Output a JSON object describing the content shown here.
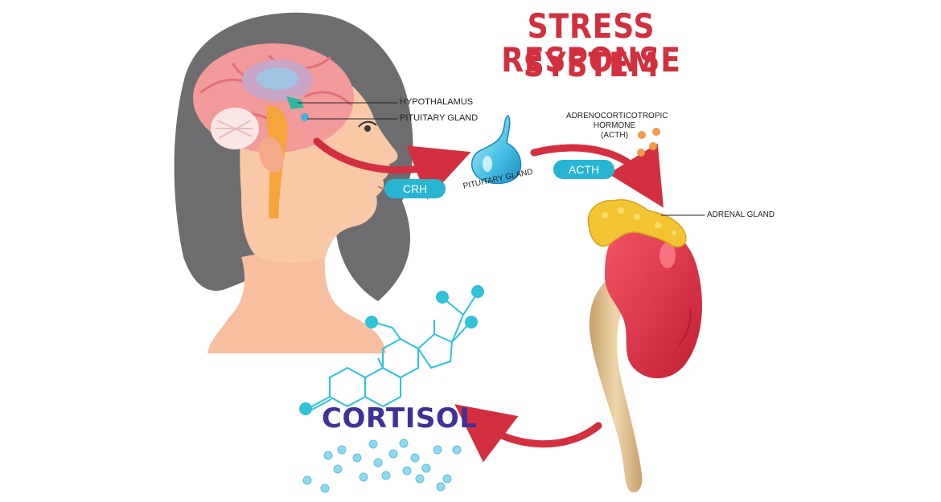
{
  "title": {
    "line1": "STRESS RESPONSE",
    "line2": "SYSTEM"
  },
  "labels": {
    "hypothalamus": "HYPOTHALAMUS",
    "pituitary_gland_head": "PITUITARY GLAND",
    "pituitary_gland_icon": "PITUITARY GLAND",
    "acth_line1": "ADRENOCORTICOTROPIC",
    "acth_line2": "HORMONE",
    "acth_line3": "(ACTH)",
    "adrenal_gland": "ADRENAL GLAND",
    "cortisol": "CORTISOL"
  },
  "badges": {
    "crh": "CRH",
    "acth": "ACTH"
  },
  "colors": {
    "title": "#d2303f",
    "arrow": "#d42f3f",
    "badge": "#27b5d3",
    "cortisol_text": "#3e3198",
    "molecule": "#2ec3d8",
    "kidney": "#d8283e",
    "adrenal": "#f3c431",
    "hair": "#6d6d70",
    "skin": "#f9c9a7"
  }
}
